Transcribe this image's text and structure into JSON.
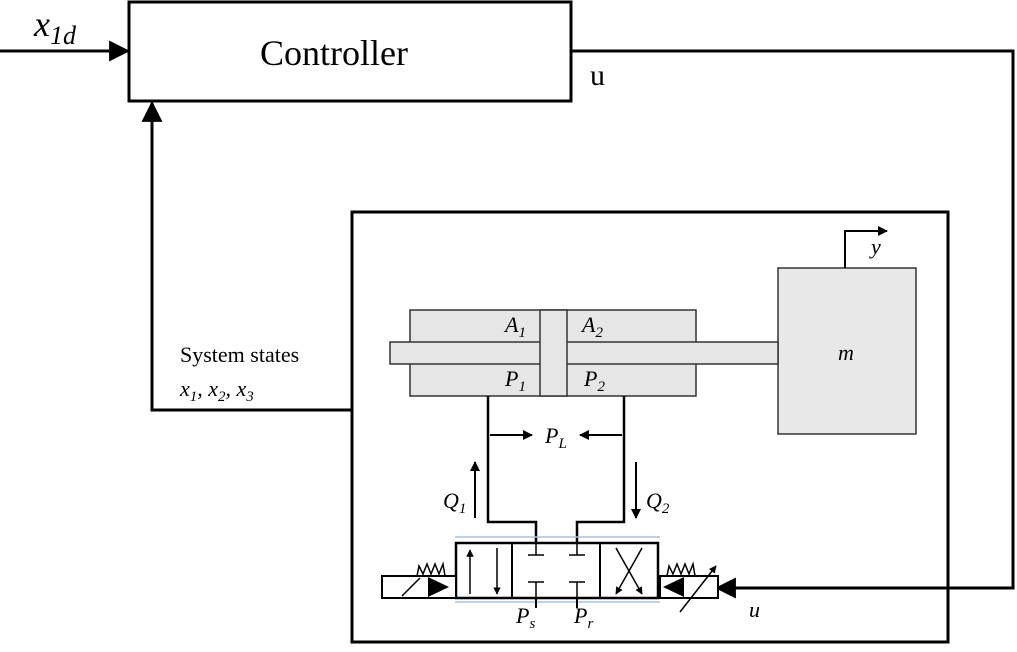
{
  "controller": {
    "label": "Controller"
  },
  "signals": {
    "reference": {
      "base": "x",
      "sub": "1d"
    },
    "control_top": "u",
    "control_bottom": "u",
    "output": "y"
  },
  "feedback": {
    "line1": "System states",
    "states": [
      {
        "base": "x",
        "sub": "1"
      },
      {
        "base": "x",
        "sub": "2"
      },
      {
        "base": "x",
        "sub": "3"
      }
    ]
  },
  "plant": {
    "mass": "m",
    "areas": [
      {
        "base": "A",
        "sub": "1"
      },
      {
        "base": "A",
        "sub": "2"
      }
    ],
    "pressures": [
      {
        "base": "P",
        "sub": "1"
      },
      {
        "base": "P",
        "sub": "2"
      }
    ],
    "load_pressure": {
      "base": "P",
      "sub": "L"
    },
    "flows": [
      {
        "base": "Q",
        "sub": "1"
      },
      {
        "base": "Q",
        "sub": "2"
      }
    ],
    "supply": {
      "base": "P",
      "sub": "s"
    },
    "return": {
      "base": "P",
      "sub": "r"
    }
  },
  "colors": {
    "line": "#000000",
    "mass_fill": "#e8e8e8",
    "cylinder_fill": "#e6e6e6",
    "valve_accent": "#9dc3e6"
  }
}
